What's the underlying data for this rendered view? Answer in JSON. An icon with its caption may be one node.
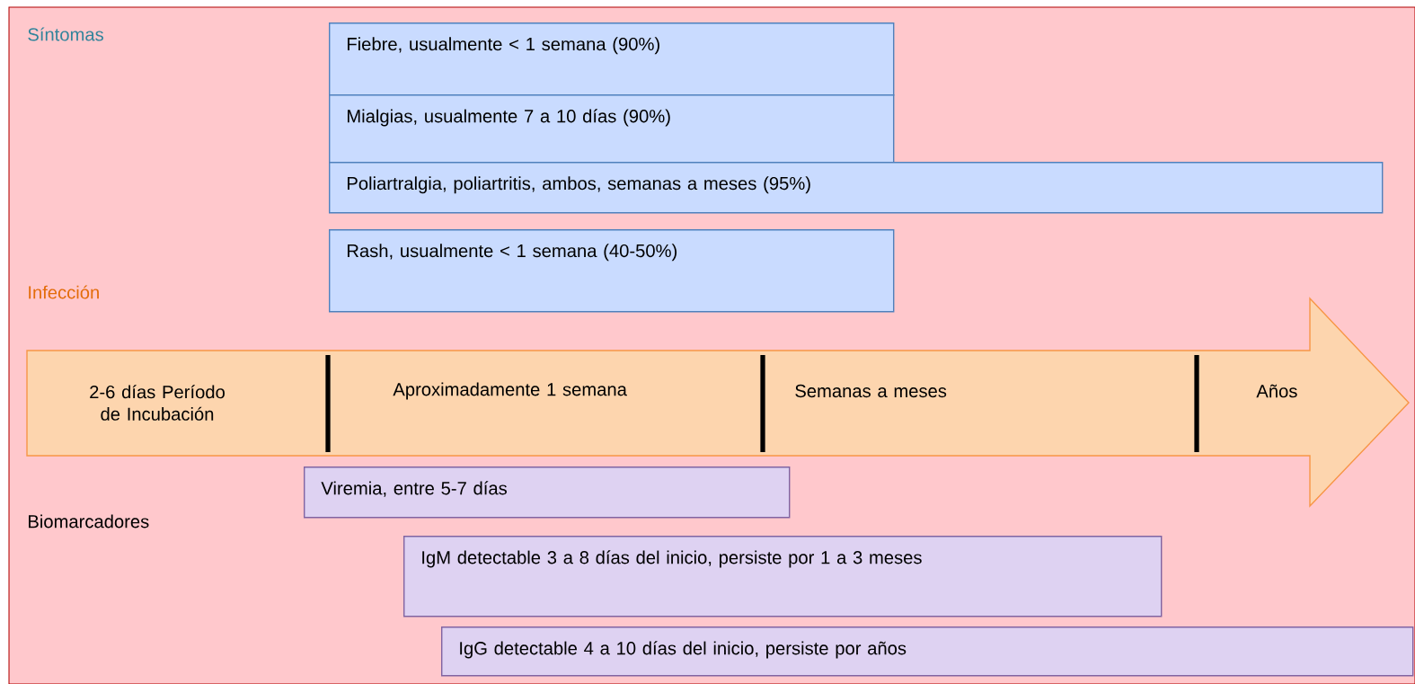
{
  "diagram": {
    "nodes": [
      {
        "text": [
          "Fiebre, usualmente < 1 semana (90%)"
        ]
      },
      {
        "text": [
          "Mialgias, usualmente 7 a 10 días (90%)"
        ]
      },
      {
        "text": [
          "Poliartralgia, poliartritis, ambos, semanas a meses (95%)"
        ]
      },
      {
        "text": [
          "Rash, usualmente < 1 semana (40-50%)"
        ]
      },
      {
        "text": [
          "2-6 días Período de Incubación",
          "Aproximadamente 1 semana",
          "Semanas a meses",
          "Años"
        ]
      },
      {
        "text": [
          "Viremia, entre 5-7 días"
        ]
      },
      {
        "text": [
          "IgM detectable 3 a 8 días del inicio, persiste por 1 a 3 meses"
        ]
      },
      {
        "text": [
          "IgG detectable 4 a 10 días del inicio, persiste por años"
        ]
      }
    ],
    "labels": [
      "Síntomas",
      "Infección",
      "Biomarcadores"
    ]
  }
}
